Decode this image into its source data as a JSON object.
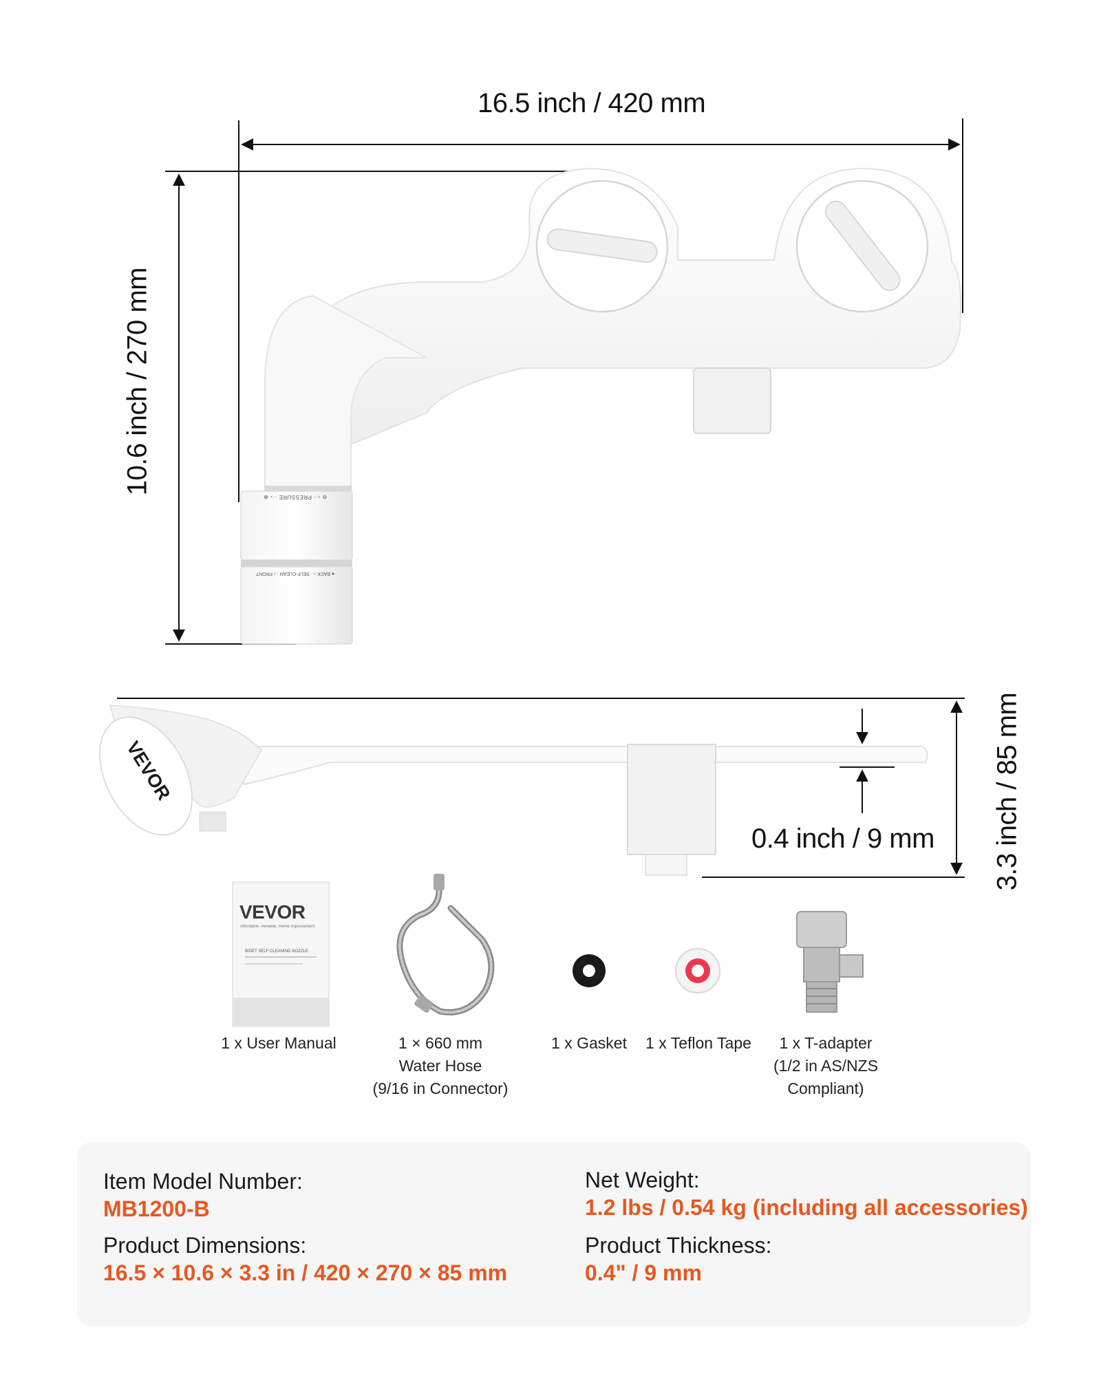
{
  "dimensions": {
    "length": "16.5 inch / 420 mm",
    "height": "10.6 inch / 270 mm",
    "depth": "3.3 inch / 85 mm",
    "thickness": "0.4 inch / 9 mm"
  },
  "product": {
    "brand": "VEVOR",
    "knob_labels": {
      "pressure": "⊖ ‹·· PRESSURE ··› ⊕",
      "mode": "● BACK ‹·· SELF-CLEAN ··› FRONT"
    }
  },
  "manual": {
    "brand": "VEVOR",
    "tagline": "Affordable. Reliable. Home Improvement.",
    "title": "BIDET SELF CLEANING NOZZLE"
  },
  "accessories": [
    {
      "label": "1 x User Manual",
      "icon": "manual-icon"
    },
    {
      "label": "1 × 660 mm\nWater Hose\n(9/16 in Connector)",
      "icon": "hose-icon"
    },
    {
      "label": "1 x Gasket",
      "icon": "gasket-icon"
    },
    {
      "label": "1 x Teflon Tape",
      "icon": "teflon-tape-icon"
    },
    {
      "label": "1 x T-adapter\n(1/2 in AS/NZS\nCompliant)",
      "icon": "t-adapter-icon"
    }
  ],
  "specs": {
    "model_label": "Item Model Number:",
    "model_value": "MB1200-B",
    "dimensions_label": "Product Dimensions:",
    "dimensions_value": "16.5 × 10.6 × 3.3 in / 420 × 270 × 85 mm",
    "weight_label": "Net Weight:",
    "weight_value": "1.2 lbs / 0.54 kg (including all accessories)",
    "thickness_label": "Product Thickness:",
    "thickness_value": "0.4\" / 9 mm"
  },
  "colors": {
    "accent": "#e8571f",
    "spec_background": "#f6f6f6",
    "line": "#111111"
  }
}
